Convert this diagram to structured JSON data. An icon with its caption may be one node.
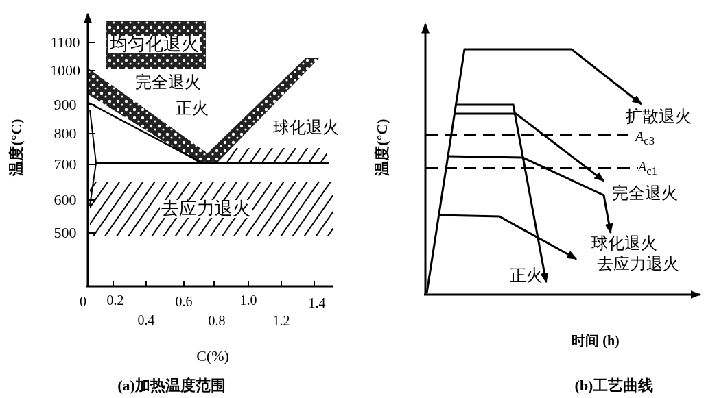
{
  "diagram": {
    "labels": [
      "1100",
      "1000",
      "900",
      "800",
      "700",
      "600",
      "500",
      "温度(°C)",
      "均匀化退火",
      "完全退火",
      "正火",
      "球化退火",
      "去应力退火",
      "0",
      "0.2",
      "0.6",
      "1.0",
      "1.4",
      "0.4",
      "0.8",
      "1.2",
      "C(%)",
      "(a)加热温度范围",
      "温度(°C)",
      "扩散退火",
      "*A*$_{c3}$",
      "*A*$_{c1}$",
      "完全退火",
      "球化退火",
      "去应力退火",
      "正火",
      "时间 (h)",
      "(b)工艺曲线"
    ]
  }
}
